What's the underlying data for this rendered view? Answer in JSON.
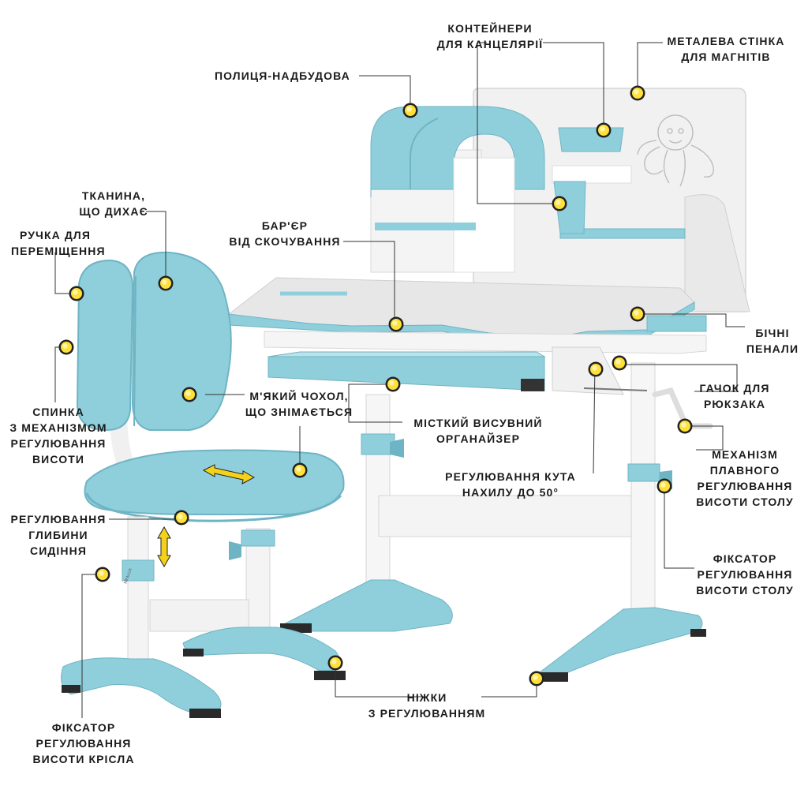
{
  "colors": {
    "accent": "#8fcfdc",
    "accent_dark": "#6fb4c4",
    "frame": "#f2f2f2",
    "marker": "#ffe03a",
    "marker_ring": "#222222",
    "leader": "#333333"
  },
  "brand_mark": "MEALUX",
  "labels": {
    "containers": [
      "КОНТЕЙНЕРИ",
      "ДЛЯ КАНЦЕЛЯРІЇ"
    ],
    "metal_wall": [
      "МЕТАЛЕВА СТІНКА",
      "ДЛЯ МАГНІТІВ"
    ],
    "shelf": [
      "ПОЛИЦЯ-НАДБУДОВА"
    ],
    "fabric": [
      "ТКАНИНА,",
      "ЩО ДИХАЄ"
    ],
    "handle": [
      "РУЧКА ДЛЯ",
      "ПЕРЕМІЩЕННЯ"
    ],
    "barrier": [
      "БАР'ЄР",
      "ВІД СКОЧУВАННЯ"
    ],
    "side_cases": [
      "БІЧНІ",
      "ПЕНАЛИ"
    ],
    "hook": [
      "ГАЧОК ДЛЯ",
      "РЮКЗАКА"
    ],
    "soft_cover": [
      "М'ЯКИЙ ЧОХОЛ,",
      "ЩО ЗНІМАЄТЬСЯ"
    ],
    "organizer": [
      "МІСТКИЙ ВИСУВНИЙ",
      "ОРГАНАЙЗЕР"
    ],
    "backrest": [
      "СПИНКА",
      "З МЕХАНІЗМОМ",
      "РЕГУЛЮВАННЯ",
      "ВИСОТИ"
    ],
    "tilt": [
      "РЕГУЛЮВАННЯ КУТА",
      "НАХИЛУ ДО 50°"
    ],
    "smooth_height": [
      "МЕХАНІЗМ",
      "ПЛАВНОГО",
      "РЕГУЛЮВАННЯ",
      "ВИСОТИ СТОЛУ"
    ],
    "seat_depth": [
      "РЕГУЛЮВАННЯ",
      "ГЛИБИНИ",
      "СИДІННЯ"
    ],
    "desk_lock": [
      "ФІКСАТОР",
      "РЕГУЛЮВАННЯ",
      "ВИСОТИ СТОЛУ"
    ],
    "feet": [
      "НІЖКИ",
      "З РЕГУЛЮВАННЯМ"
    ],
    "chair_lock": [
      "ФІКСАТОР",
      "РЕГУЛЮВАННЯ",
      "ВИСОТИ КРІСЛА"
    ]
  }
}
